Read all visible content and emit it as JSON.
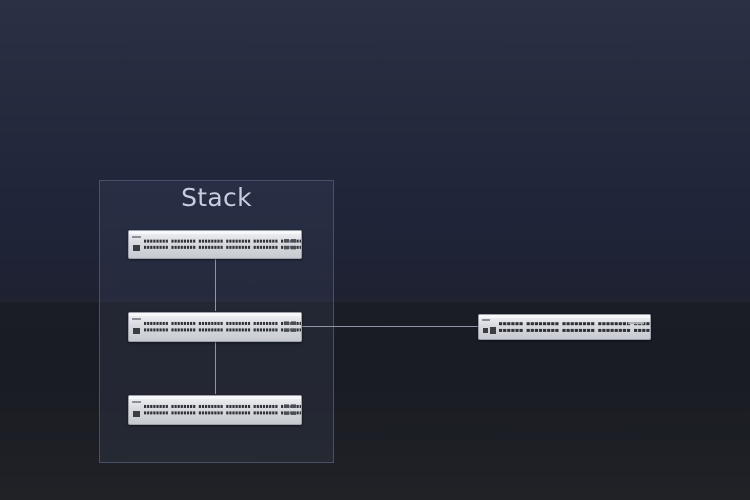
{
  "diagram": {
    "group_label": "Stack",
    "nodes": [
      {
        "id": "switch-1",
        "kind": "access-switch"
      },
      {
        "id": "switch-2",
        "kind": "access-switch"
      },
      {
        "id": "switch-3",
        "kind": "access-switch"
      },
      {
        "id": "switch-agg",
        "kind": "aggregation-switch"
      }
    ],
    "links": [
      {
        "from": "switch-1",
        "to": "switch-2"
      },
      {
        "from": "switch-2",
        "to": "switch-3"
      },
      {
        "from": "switch-2",
        "to": "switch-agg"
      }
    ],
    "colors": {
      "background": "#232839",
      "link": "#8f95a6",
      "group_border": "#4a5067",
      "label": "#c6cde0",
      "device_body": "#dfe1e5"
    }
  }
}
